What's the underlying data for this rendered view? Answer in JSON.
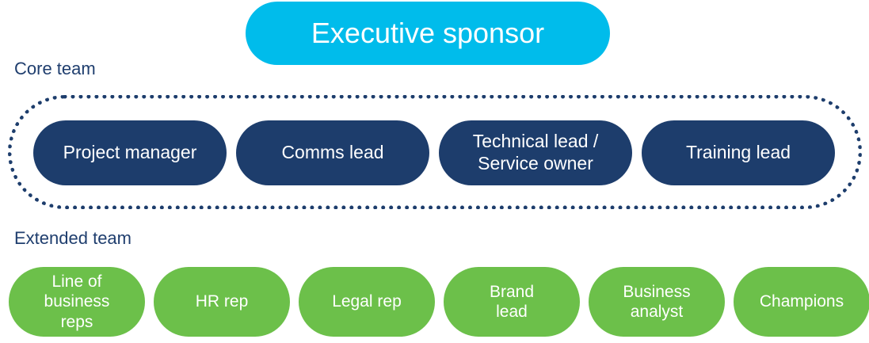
{
  "executive": {
    "label": "Executive sponsor"
  },
  "core_team": {
    "label": "Core team",
    "members": [
      "Project manager",
      "Comms lead",
      "Technical lead /\nService owner",
      "Training lead"
    ]
  },
  "extended_team": {
    "label": "Extended team",
    "members": [
      "Line of\nbusiness\nreps",
      "HR rep",
      "Legal rep",
      "Brand\nlead",
      "Business\nanalyst",
      "Champions"
    ]
  },
  "colors": {
    "executive": "#00bceb",
    "core": "#1d3d6c",
    "extended": "#6cc04a",
    "label_text": "#1f3e6e"
  }
}
